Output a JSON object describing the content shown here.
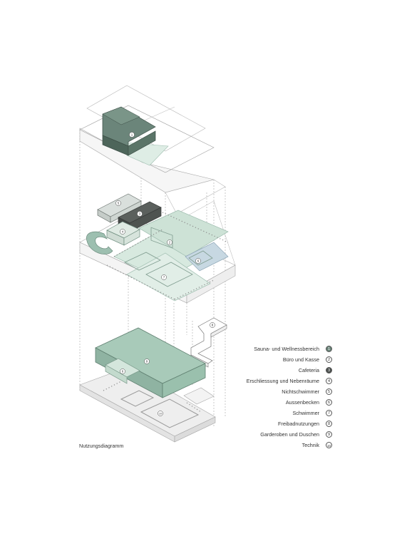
{
  "caption": "Nutzungsdiagramm",
  "colors": {
    "dark_green": "#5a766a",
    "mid_green": "#9fc0b1",
    "light_green": "#cfe2d7",
    "pale_green": "#e3efe8",
    "dark_grey": "#595f5c",
    "line": "#9a9a9a"
  },
  "floor_numbers": [
    "1",
    "2",
    "3",
    "4",
    "5",
    "6",
    "7",
    "8",
    "9",
    "10"
  ],
  "legend": [
    {
      "label": "Sauna- und Wellnessbereich",
      "number": "1",
      "fill": "#6b857a"
    },
    {
      "label": "Büro und Kasse",
      "number": "2",
      "fill": "#ffffff"
    },
    {
      "label": "Cafeteria",
      "number": "3",
      "fill": "#4a4f4d"
    },
    {
      "label": "Erschliessung und Nebenräume",
      "number": "4",
      "fill": "#ffffff"
    },
    {
      "label": "Nichtschwimmer",
      "number": "5",
      "fill": "#ffffff"
    },
    {
      "label": "Aussenbecken",
      "number": "6",
      "fill": "#ffffff"
    },
    {
      "label": "Schwimmer",
      "number": "7",
      "fill": "#ffffff"
    },
    {
      "label": "Freibadnutzungen",
      "number": "8",
      "fill": "#ffffff"
    },
    {
      "label": "Garderoben und Duschen",
      "number": "9",
      "fill": "#ffffff"
    },
    {
      "label": "Technik",
      "number": "10",
      "fill": "#ffffff"
    }
  ]
}
